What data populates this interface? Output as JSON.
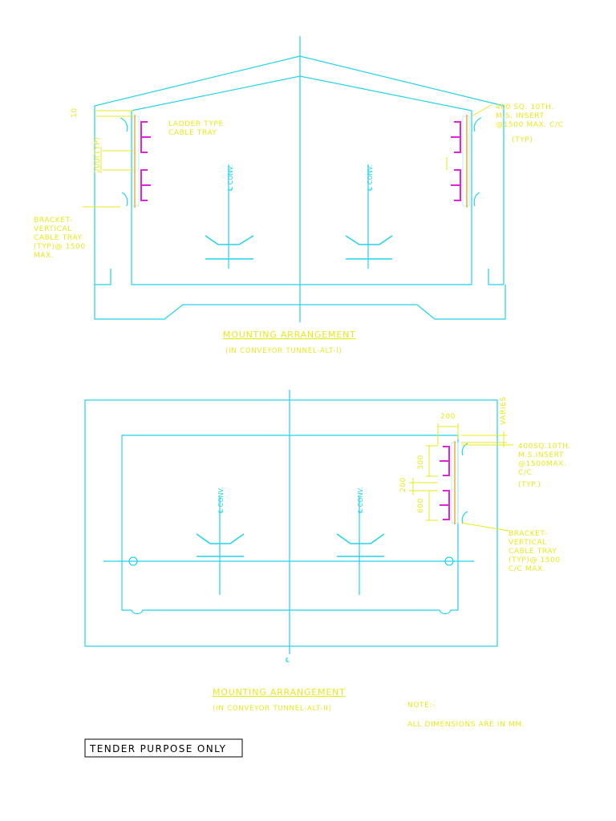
{
  "colors": {
    "outline": "#22d3ee",
    "text": "#e8e81a",
    "tray": "#e025d8",
    "insert": "#f5a623"
  },
  "drawing1": {
    "title": "MOUNTING  ARRANGEMENT",
    "subtitle": "(IN  CONVEYOR  TUNNEL-ALT-I)",
    "dim_top": "10",
    "dim_spacing": "200(TYP)",
    "label_tray": [
      "LADDER TYPE",
      "CABLE TRAY"
    ],
    "label_bracket": [
      "BRACKET-",
      "VERTICAL",
      "CABLE TRAY",
      "(TYP)@ 1500",
      "MAX."
    ],
    "label_insert": [
      "400 SQ. 10TH.",
      "M.S. INSERT",
      "@1500 MAX. C/C",
      "(TYP)"
    ],
    "conv_left": "℄ CONV.",
    "conv_right": "℄ CONV."
  },
  "drawing2": {
    "title": "MOUNTING  ARRANGEMENT",
    "subtitle": "(IN  CONVEYOR  TUNNEL-ALT-II)",
    "dim_top_width": "200",
    "dim_right_vertical": "VARIES",
    "dim_tray_1": "300",
    "dim_gap": "200",
    "dim_tray_2": "600",
    "label_insert": [
      "400SQ.10TH.",
      "M.S.INSERT",
      "@1500MAX.",
      "C/C",
      "(TYP.)"
    ],
    "label_bracket": [
      "BRACKET-",
      "VERTICAL",
      "CABLE TRAY",
      "(TYP)@ 1500",
      "C/C MAX."
    ],
    "conv_left": "℄ CONV.",
    "conv_right": "℄ CONV.",
    "centerline": "℄"
  },
  "notes": {
    "heading": "NOTE:-",
    "lines": [
      "ALL DIMENSIONS ARE IN MM."
    ]
  },
  "stamp": "TENDER PURPOSE ONLY"
}
